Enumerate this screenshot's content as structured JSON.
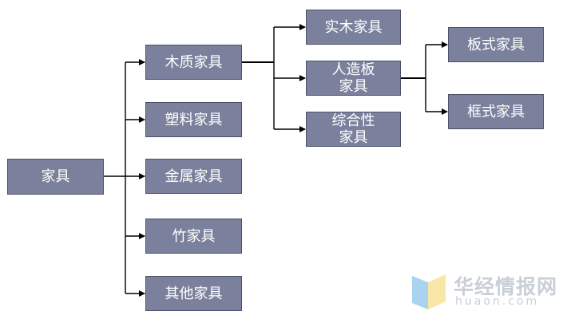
{
  "nodes": {
    "root": "家具",
    "wood": "木质家具",
    "plastic": "塑料家具",
    "metal": "金属家具",
    "bamboo": "竹家具",
    "other": "其他家具",
    "solid_wood": "实木家具",
    "artificial_board": "人造板\n家具",
    "composite": "综合性\n家具",
    "panel": "板式家具",
    "frame": "框式家具"
  },
  "watermark": {
    "name": "华经情报网",
    "url": "huaon.com"
  },
  "colors": {
    "node_fill": "#7b819c",
    "node_border": "#4b506a",
    "node_text": "#ffffff",
    "connector": "#000000",
    "watermark_text": "#c9cfd8"
  }
}
